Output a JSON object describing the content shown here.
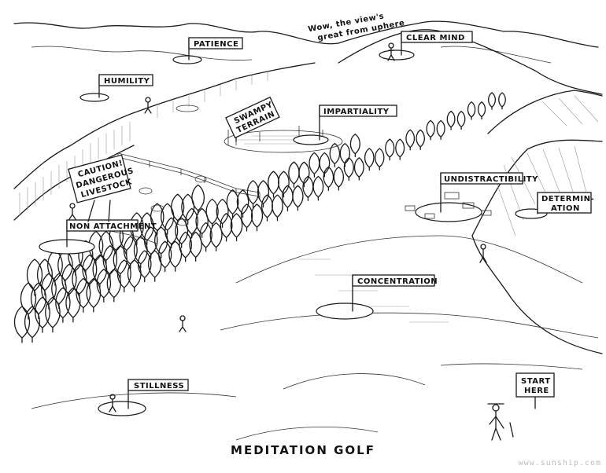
{
  "title": "MEDITATION GOLF",
  "watermark": "www.sunship.com",
  "speech": [
    "Wow, the view's",
    "great from uphere"
  ],
  "flags": {
    "patience": "PATIENCE",
    "clear_mind": "CLEAR MIND",
    "humility": "HUMILITY",
    "impartiality": "IMPARTIALITY",
    "undistractibility": "UNDISTRACTIBILITY",
    "determination": [
      "DETERMIN-",
      "ATION"
    ],
    "non_attachment": "NON ATTACHMENT",
    "concentration": "CONCENTRATION",
    "stillness": "STILLNESS"
  },
  "signs": {
    "swampy": [
      "SWAMPY",
      "TERRAIN"
    ],
    "caution": [
      "CAUTION!",
      "DANGEROUS",
      "LIVESTOCK"
    ],
    "start": [
      "START",
      "HERE"
    ]
  }
}
